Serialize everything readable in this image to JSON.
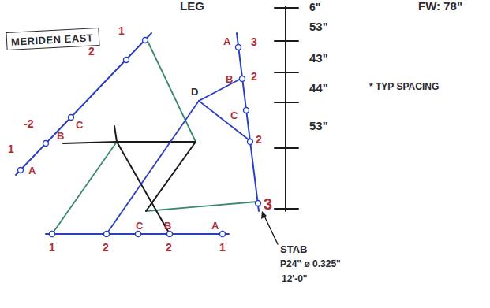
{
  "diagram": {
    "nodes": [
      {
        "text": [
          "MERIDEN EAST"
        ]
      }
    ],
    "labels": [
      "LEG",
      "FW: 78\"",
      "1",
      "2",
      "-2",
      "1",
      "A",
      "B",
      "C",
      "A",
      "3",
      "B",
      "2",
      "C",
      "D",
      "2",
      "3",
      "C",
      "B",
      "A",
      "1",
      "2",
      "2",
      "1",
      "6\"",
      "53\"",
      "43\"",
      "44\"",
      "53\"",
      "* TYP SPACING",
      "STAB",
      "P24\" ø 0.325\"",
      "12'-0\""
    ]
  }
}
